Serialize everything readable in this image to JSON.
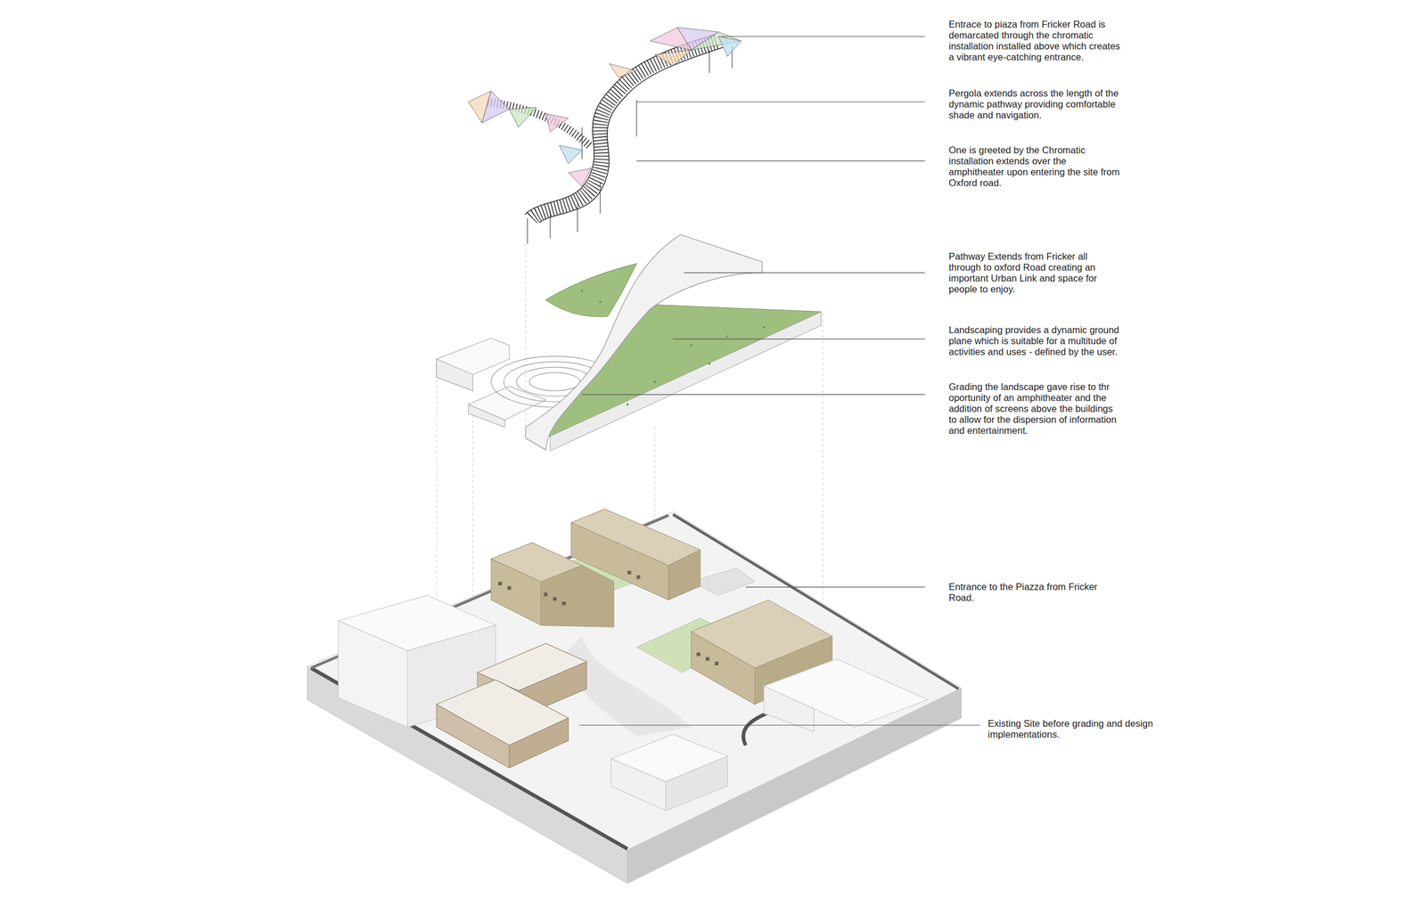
{
  "diagram": {
    "labels": [
      "Entrace to piaza from Fricker Road is demarcated through the chromatic installation installed above which creates a vibrant eye-catching entrance.",
      "Pergola extends across the length of the dynamic pathway providing comfortable shade and navigation.",
      "One is greeted by the Chromatic installation extends over the amphitheater upon entering the site from Oxford road.",
      "Pathway Extends from Fricker all through to oxford Road creating an important Urban Link and space for people to enjoy.",
      "Landscaping provides a dynamic ground plane which is suitable for a multitude of activities and uses - defined by the user.",
      "Grading the landscape gave rise to thr oportunity of an amphitheater and the addition of screens above the buildings to allow for the dispersion of information and entertainment.",
      "Entrance to the Piazza from Fricker Road.",
      "Existing Site before grading and design implementations."
    ]
  }
}
